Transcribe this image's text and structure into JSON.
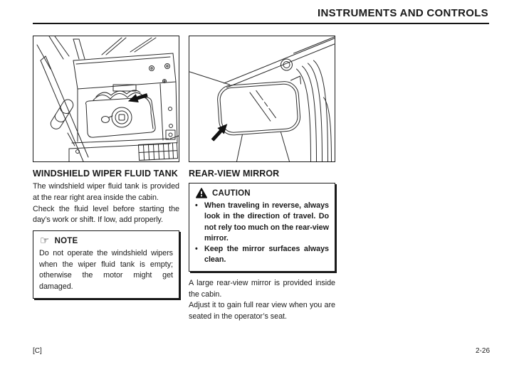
{
  "header": {
    "title": "INSTRUMENTS AND CONTROLS"
  },
  "glyphs": {
    "bullet": "•",
    "note_hand": "☞"
  },
  "colors": {
    "ink": "#1a1a1a",
    "paper": "#ffffff"
  },
  "left_column": {
    "figure_icon": "wiper-fluid-tank-illustration",
    "heading": "WINDSHIELD WIPER FLUID TANK",
    "paragraphs": [
      "The windshield wiper fluid tank is provided at the rear right area inside the cabin.",
      "Check the fluid level before starting the day’s work or shift. If low, add properly."
    ],
    "note": {
      "icon": "pointing-hand-icon",
      "label": "NOTE",
      "text": "Do not operate the windshield wipers when the wiper fluid tank is empty; otherwise the motor might get damaged."
    }
  },
  "right_column": {
    "figure_icon": "rear-view-mirror-illustration",
    "heading": "REAR-VIEW MIRROR",
    "caution": {
      "icon": "warning-triangle-icon",
      "label": "CAUTION",
      "bullets": [
        "When traveling in reverse, always look in the direction of travel. Do not rely too much on the rear-view mirror.",
        "Keep the mirror surfaces always clean."
      ]
    },
    "paragraphs": [
      "A large rear-view mirror is provided inside the cabin.",
      "Adjust it to gain full rear view when you are seated in the operator’s seat."
    ]
  },
  "footer": {
    "left": "[C]",
    "right": "2-26"
  }
}
